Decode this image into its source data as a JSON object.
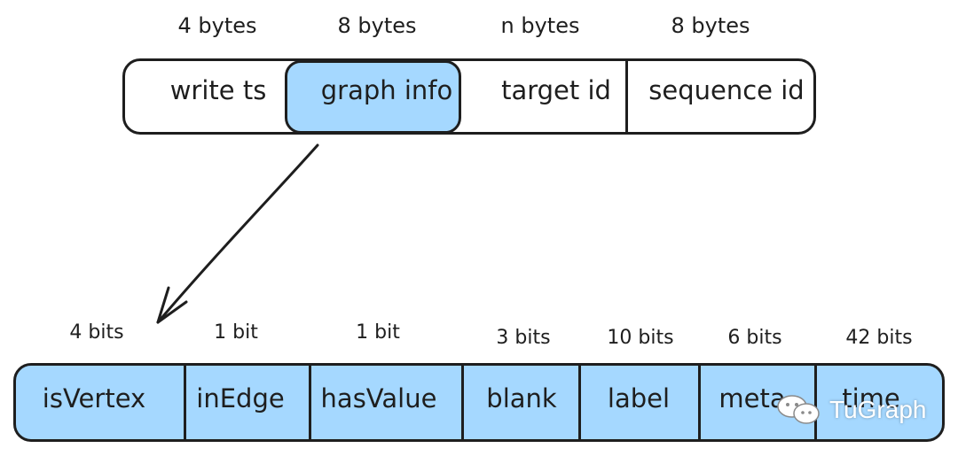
{
  "top_struct": {
    "sizes": [
      "4 bytes",
      "8 bytes",
      "n bytes",
      "8 bytes"
    ],
    "fields": [
      "write ts",
      "graph info",
      "target id",
      "sequence id"
    ],
    "highlighted_field": "graph info"
  },
  "bottom_struct": {
    "sizes": [
      "4 bits",
      "1 bit",
      "1 bit",
      "3 bits",
      "10 bits",
      "6 bits",
      "42 bits"
    ],
    "fields": [
      "isVertex",
      "inEdge",
      "hasValue",
      "blank",
      "label",
      "meta",
      "time"
    ]
  },
  "watermark": {
    "text": "TuGraph",
    "icon": "wechat-icon"
  },
  "colors": {
    "highlight_fill": "#a5d8ff",
    "stroke": "#1e1e1e",
    "background": "#ffffff"
  }
}
